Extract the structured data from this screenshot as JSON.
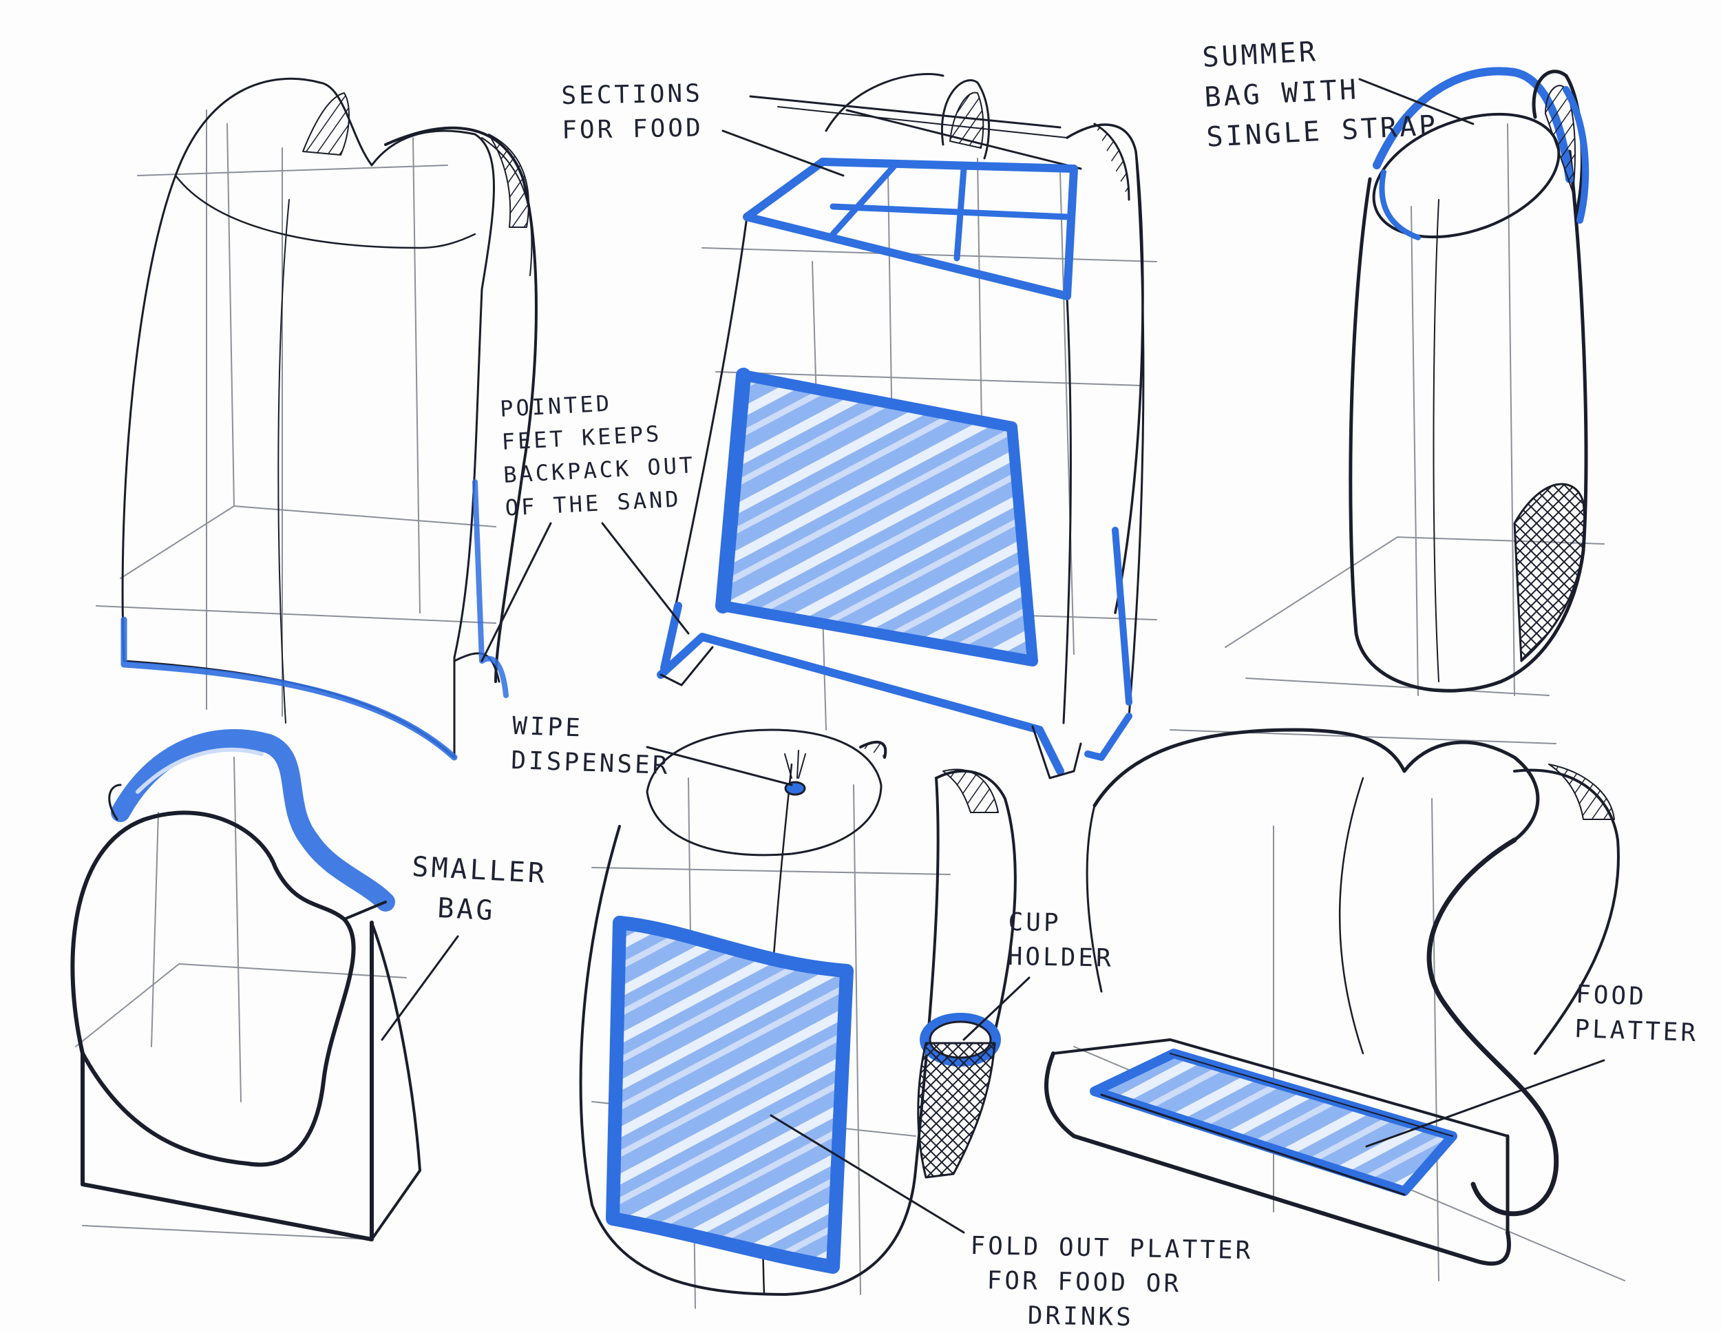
{
  "colors": {
    "ink": "#1a1d2b",
    "pencil": "#8b8f99",
    "marker_blue": "#2f6fe0",
    "marker_light": "#8fb4f2",
    "paper": "#fdfdfd"
  },
  "annotations": {
    "sections_food": [
      "SECTIONS",
      "FOR FOOD"
    ],
    "summer_bag": [
      "SUMMER",
      "BAG WITH",
      "SINGLE STRAP"
    ],
    "pointed_feet": [
      "POINTED",
      "FEET KEEPS",
      "BACKPACK OUT",
      "OF THE SAND"
    ],
    "wipe_dispenser": [
      "WIPE",
      "DISPENSER"
    ],
    "smaller_bag": [
      "SMALLER",
      "BAG"
    ],
    "cup_holder": [
      "CUP",
      "HOLDER"
    ],
    "food_platter": [
      "FOOD",
      "PLATTER"
    ],
    "fold_out_platter": [
      "FOLD OUT PLATTER",
      "FOR FOOD OR",
      "DRINKS"
    ]
  }
}
